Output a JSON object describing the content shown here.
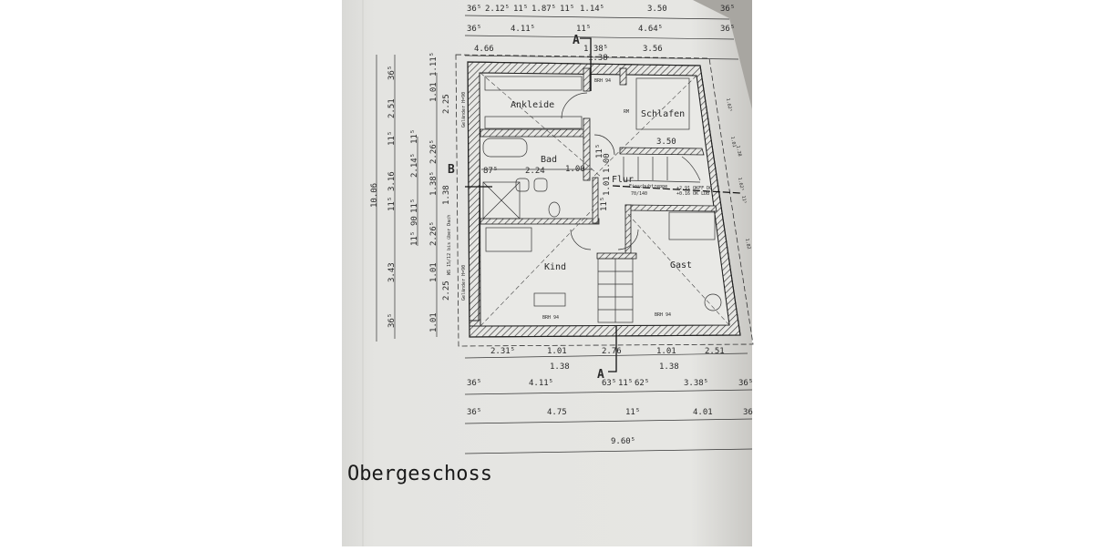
{
  "drawing": {
    "title": "Obergeschoss",
    "colors": {
      "paper": "#e2e2df",
      "ink": "#2a2a2a",
      "shadow": "#9a9894",
      "background": "#ffffff"
    },
    "rooms": [
      {
        "name": "Ankleide"
      },
      {
        "name": "Schlafen"
      },
      {
        "name": "Bad"
      },
      {
        "name": "Flur"
      },
      {
        "name": "Kind"
      },
      {
        "name": "Gast"
      }
    ],
    "section_markers": [
      "A",
      "A",
      "B"
    ],
    "annotations": {
      "brh_top": "BRH 94",
      "brh_kind": "BRH 94",
      "brh_gast": "BRH 94",
      "stair_label_1": "Einschubtreppe",
      "stair_label_2": "70/140",
      "stair_level_1": "+2.91 OKFF DG",
      "stair_level_2": "+0.16 OK LDB",
      "gelaender_1": "Geländer H=90",
      "gelaender_2": "Geländer H=90",
      "ws_note": "WS 15/12 bis über Dach",
      "rm": "RM"
    },
    "dimensions_top": [
      [
        "36⁵",
        "2.12⁵",
        "11⁵",
        "1.87⁵",
        "11⁵",
        "1.14⁵",
        "3.50",
        "36⁵"
      ],
      [
        "36⁵",
        "4.11⁵",
        "11⁵",
        "4.64⁵",
        "36⁵"
      ],
      [
        "4.66",
        "1.38⁵",
        "1.38",
        "3.56"
      ]
    ],
    "dimensions_bottom": [
      [
        "2.31⁵",
        "1.01",
        "1.38",
        "2.76",
        "1.01",
        "1.38",
        "2.51"
      ],
      [
        "36⁵",
        "4.11⁵",
        "63⁵",
        "11⁵",
        "62⁵",
        "3.38⁵",
        "36⁵"
      ],
      [
        "36⁵",
        "4.75",
        "11⁵",
        "4.01",
        "36"
      ],
      [
        "9.60⁵"
      ]
    ],
    "dimensions_left": [
      [
        "10.06"
      ],
      [
        "36⁵",
        "3.43",
        "11⁵",
        "3.16",
        "11⁵",
        "2.51",
        "36⁵"
      ],
      [
        "11⁵",
        "90",
        "11⁵",
        "2.14⁵",
        "11⁵"
      ],
      [
        "1.01",
        "2.25",
        "1.01",
        "2.26⁵",
        "1.38",
        "1.38⁵",
        "2.26⁵",
        "2.25",
        "1.01",
        "1.11⁵"
      ]
    ],
    "dimensions_interior": [
      "87⁵",
      "2.24",
      "1.00",
      "1.00",
      "1.01",
      "3.50",
      "11⁵",
      "11⁵"
    ],
    "dimensions_right": [
      "1.62⁵",
      "1.01",
      "1.38",
      "1.62⁵",
      "11⁵",
      "1.82"
    ]
  }
}
